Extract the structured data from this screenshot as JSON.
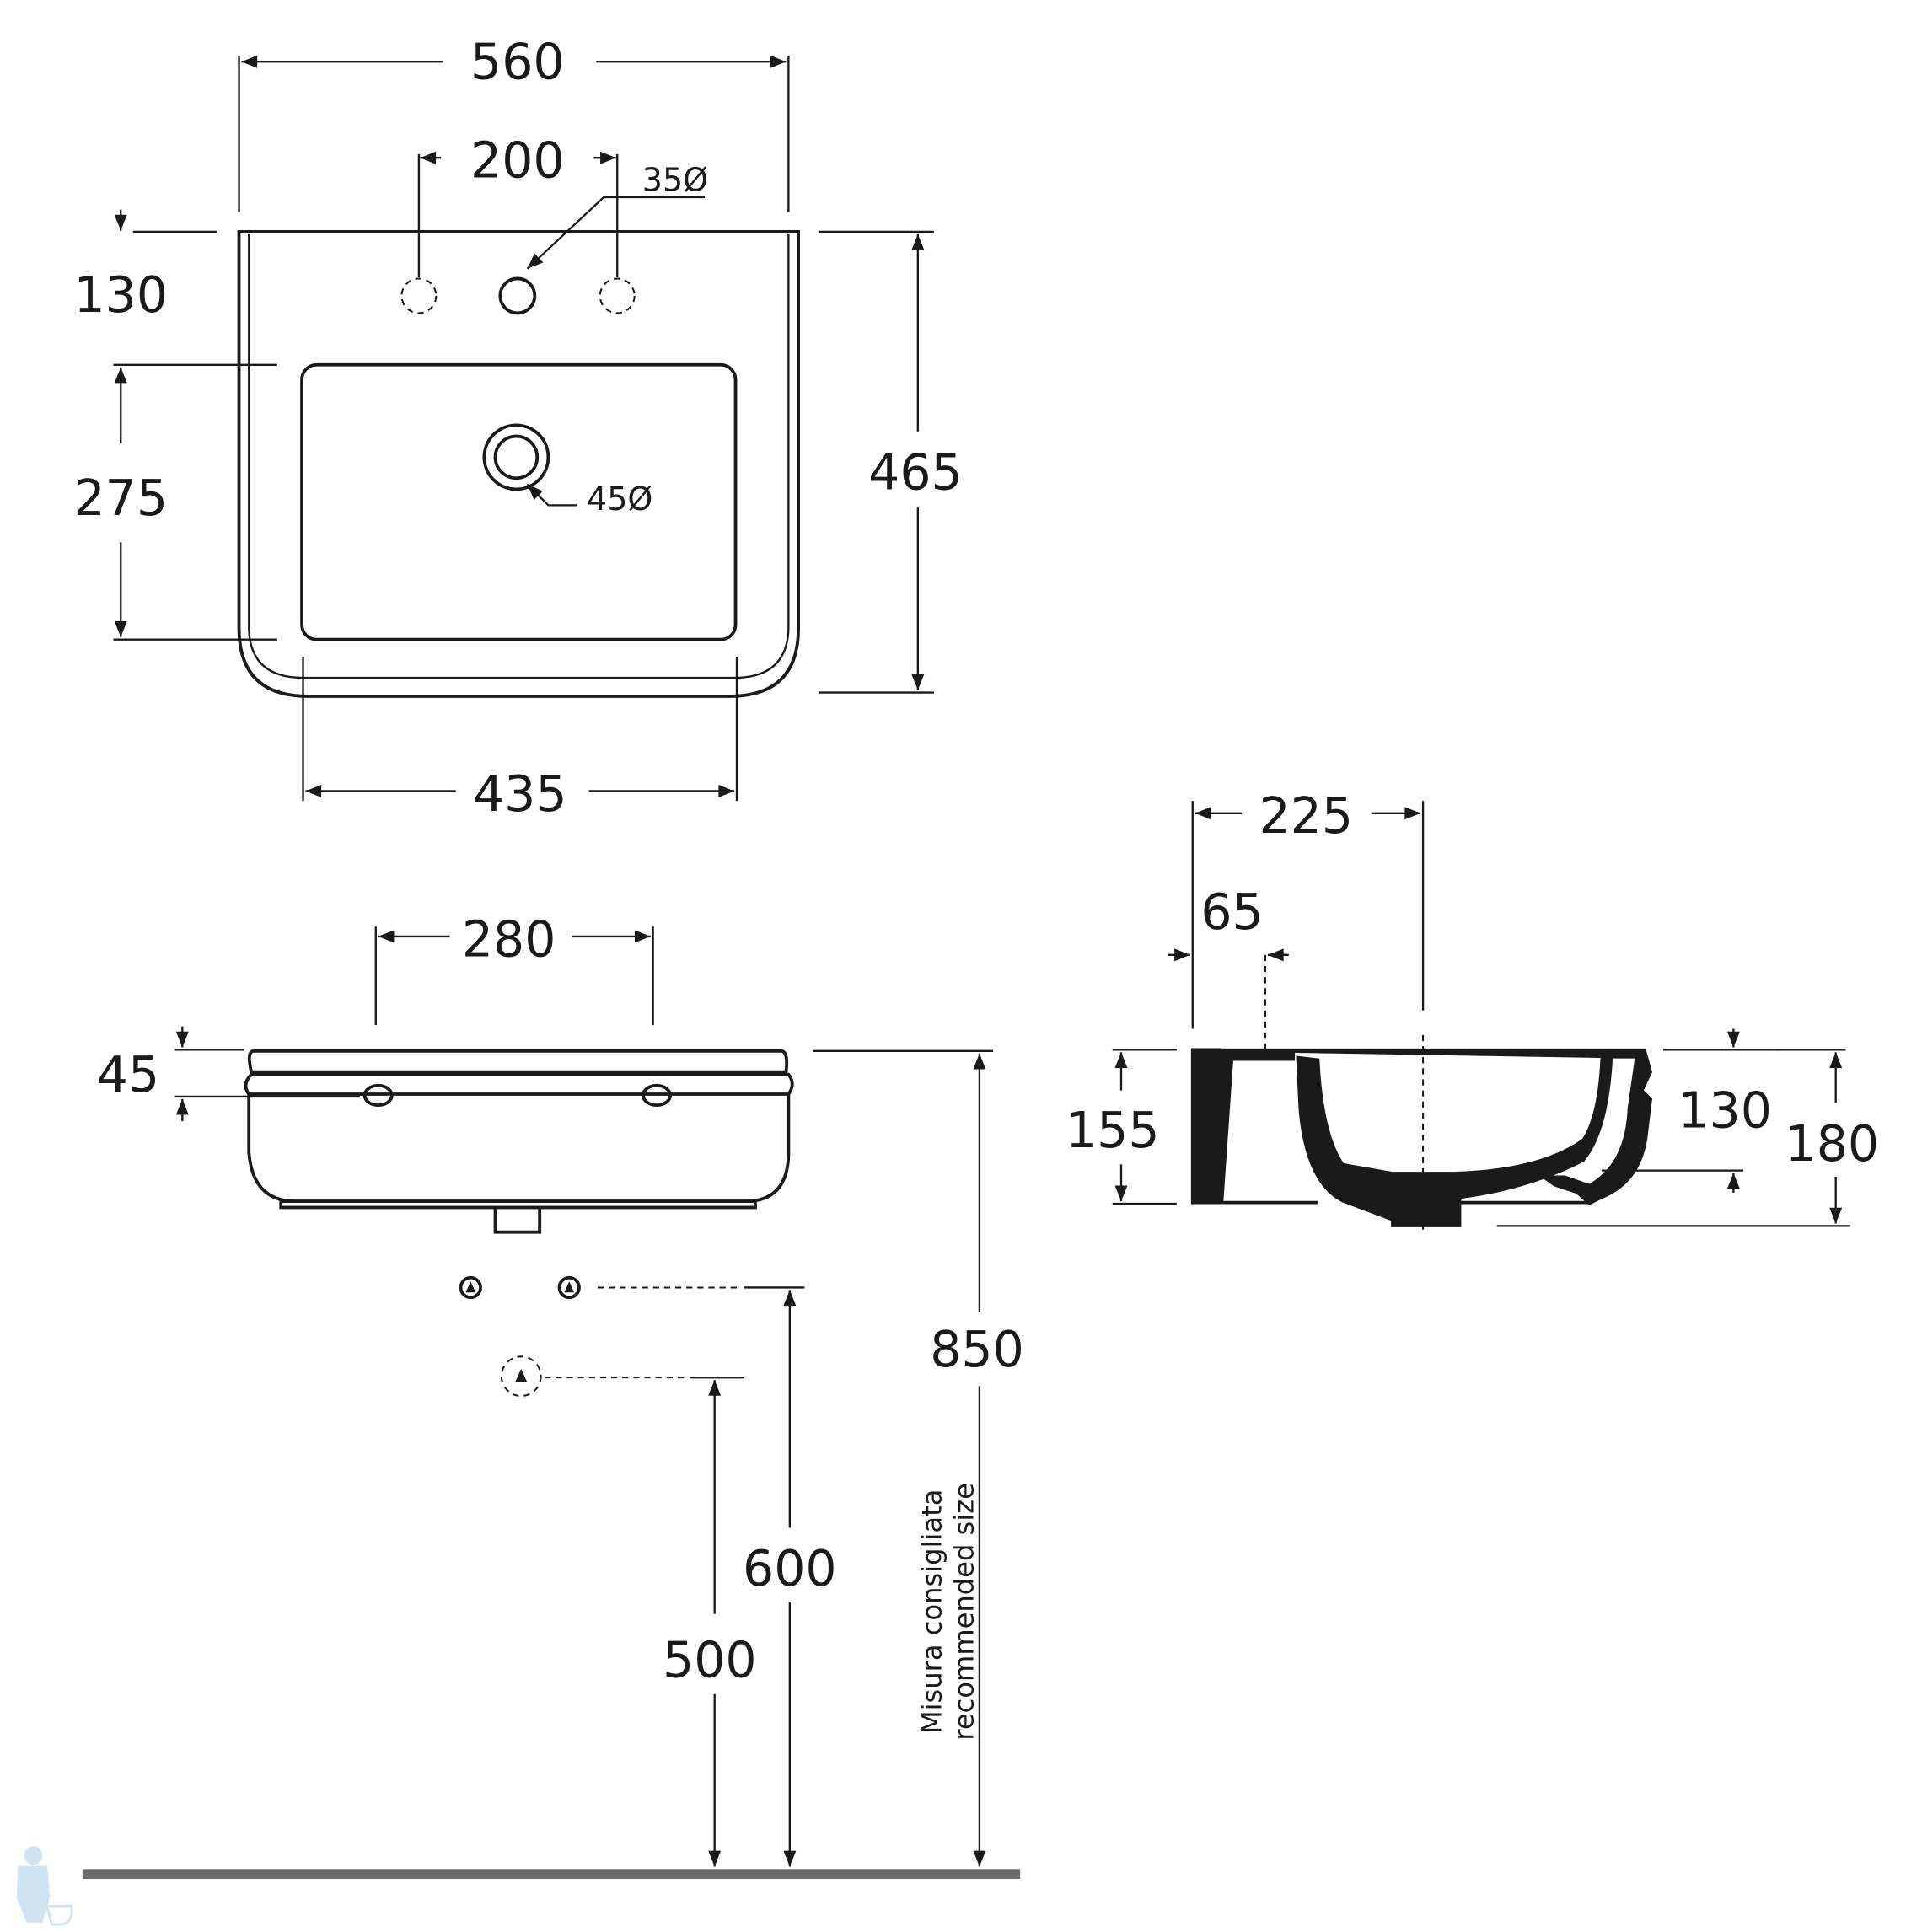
{
  "top_view": {
    "width_overall": "560",
    "tap_hole_spacing": "200",
    "tap_hole_diameter": "35Ø",
    "tap_hole_offset": "130",
    "basin_depth": "275",
    "depth_overall": "465",
    "drain_diameter": "45Ø",
    "basin_width": "435"
  },
  "front_view": {
    "overflow_spacing": "280",
    "overflow_height": "45",
    "rim_height": "850",
    "supply_height": "600",
    "waste_height": "500",
    "note_it": "Misura consigliata",
    "note_en": "recommended size"
  },
  "side_view": {
    "wall_to_drain": "225",
    "wall_to_hole": "65",
    "wall_height": "155",
    "bowl_depth": "130",
    "total_height": "180"
  },
  "colors": {
    "line": "#1a1a1a",
    "floor": "#6b6b6b",
    "logo": "#cfe4f2"
  }
}
